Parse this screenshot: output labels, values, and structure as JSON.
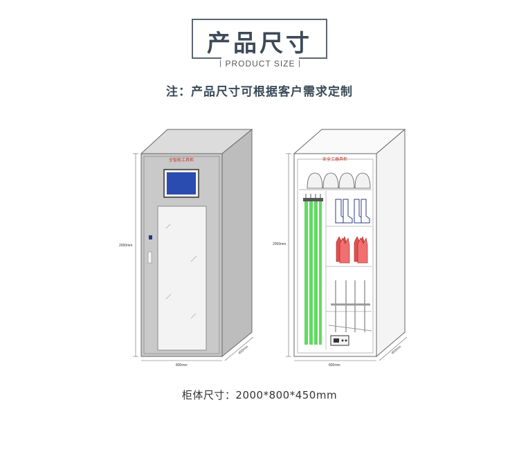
{
  "header": {
    "title_zh": "产品尺寸",
    "title_en": "PRODUCT SIZE"
  },
  "note": "注：产品尺寸可根据客户需求定制",
  "cabinet_left": {
    "label": "全智能工具柜",
    "height_dim": "2000mm",
    "width_dim": "800mm",
    "depth_dim": "450mm"
  },
  "cabinet_right": {
    "label": "安全工器具柜",
    "height_dim": "2000mm",
    "width_dim": "800mm",
    "depth_dim": "450mm"
  },
  "caption": "柜体尺寸：2000*800*450mm",
  "colors": {
    "cabinet_body": "#c9c9c9",
    "cabinet_outline": "#666666",
    "screen": "#2a4bb0",
    "rod_green": "#5fdc5f",
    "glove_red": "#e05050",
    "text_dark": "#3a4a58"
  }
}
